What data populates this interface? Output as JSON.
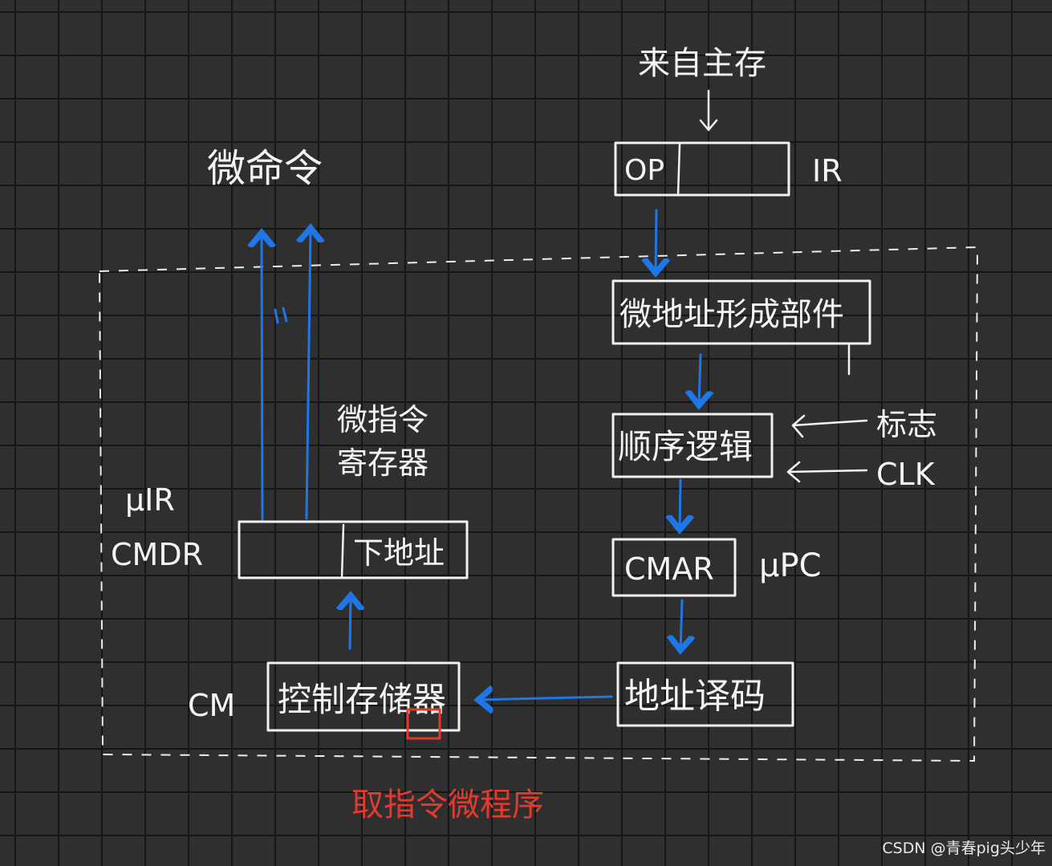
{
  "labels": {
    "from_main_memory": "来自主存",
    "op": "OP",
    "ir": "IR",
    "micro_command": "微命令",
    "micro_addr_unit": "微地址形成部件",
    "seq_logic": "顺序逻辑",
    "flag": "标志",
    "clk": "CLK",
    "cmar": "CMAR",
    "mpc": "μPC",
    "addr_decode": "地址译码",
    "control_store": "控制存储器",
    "cm": "CM",
    "mir": "μIR",
    "cmdr": "CMDR",
    "micro_instr_reg_line1": "微指令",
    "micro_instr_reg_line2": "寄存器",
    "next_addr": "下地址",
    "fetch_microprogram": "取指令微程序"
  },
  "colors": {
    "background": "#2f2f2f",
    "ink": "#f2f2f2",
    "arrow": "#1f76e6",
    "highlight": "#e23b2e"
  },
  "watermark": "CSDN @青春pig头少年"
}
